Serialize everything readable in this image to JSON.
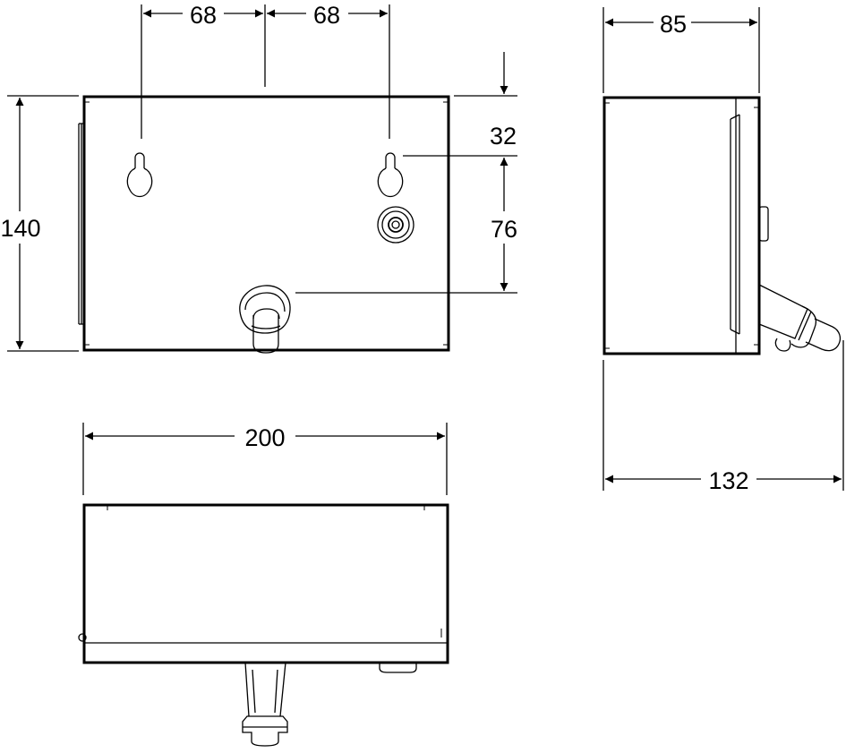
{
  "drawing": {
    "dimensions": {
      "hole_spacing_left": "68",
      "hole_spacing_right": "68",
      "height": "140",
      "hole_offset_top": "32",
      "hole_to_outlet": "76",
      "width": "200",
      "depth": "85",
      "depth_with_outlet": "132"
    }
  }
}
